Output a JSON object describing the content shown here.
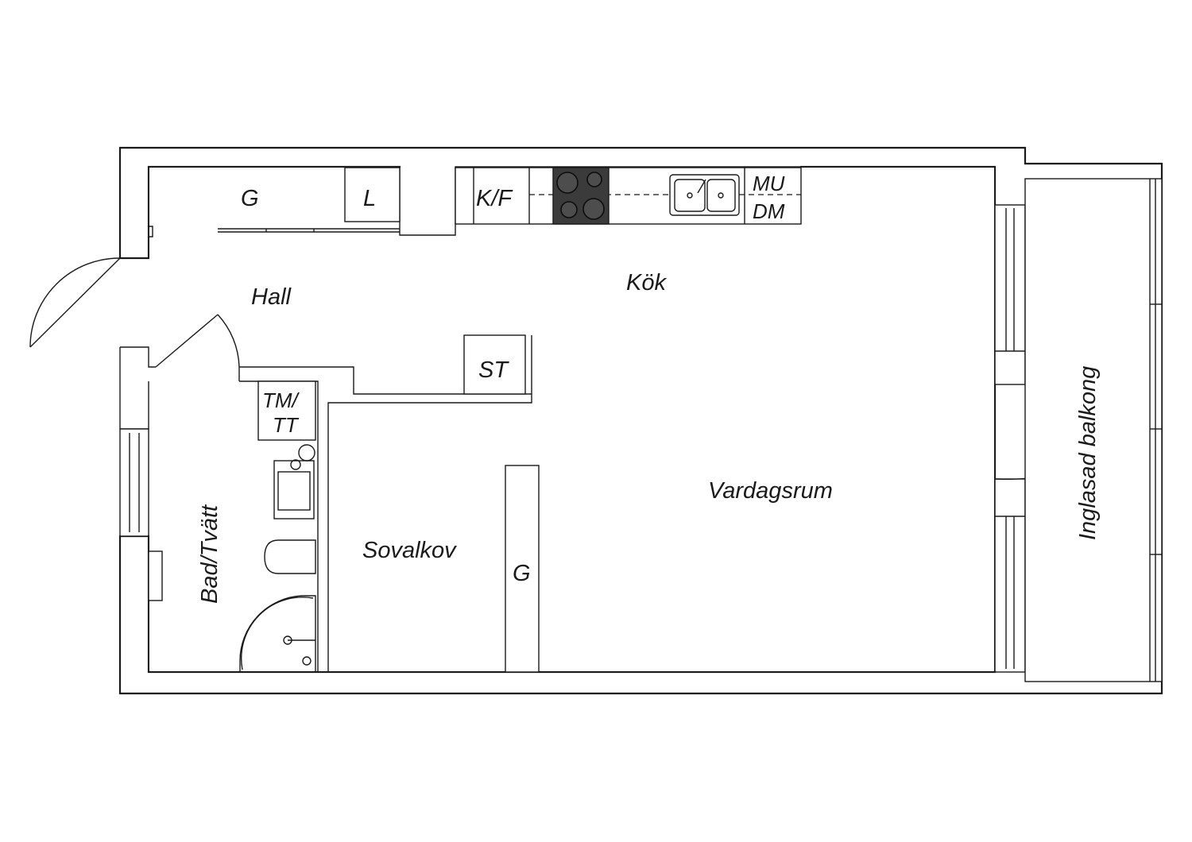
{
  "rooms": {
    "hall": "Hall",
    "kok": "Kök",
    "vardagsrum": "Vardagsrum",
    "sovalkov": "Sovalkov",
    "bad": "Bad/Tvätt",
    "balkong": "Inglasad balkong"
  },
  "fixtures": {
    "garderob_hall": "G",
    "linneskap": "L",
    "kyl_frys": "K/F",
    "mikro": "MU",
    "diskmaskin": "DM",
    "stad": "ST",
    "tvatt_line1": "TM/",
    "tvatt_line2": "TT",
    "garderob_sovalkov": "G"
  },
  "colors": {
    "line": "#1a1a1a",
    "hob": "#3b3b3b",
    "background": "#ffffff"
  }
}
